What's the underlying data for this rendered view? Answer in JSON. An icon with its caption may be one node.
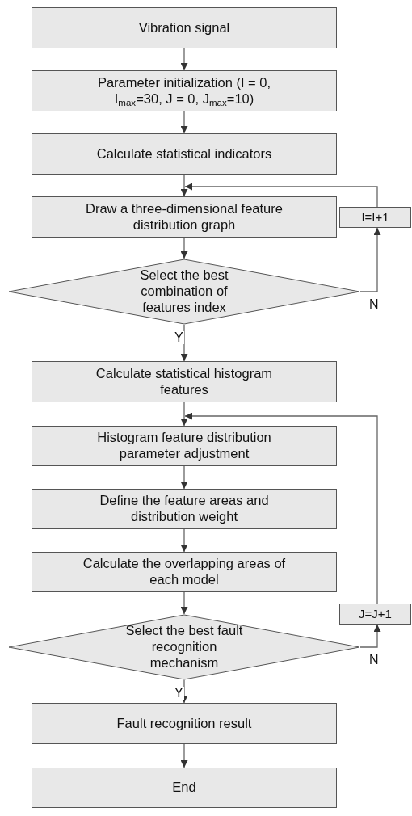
{
  "diagram": {
    "nodes": [
      {
        "text": [
          "Vibration signal"
        ]
      },
      {
        "text": [
          "Parameter initialization (I = 0, I$_{max}$=30, J = 0, J$_{max}$=10)"
        ]
      },
      {
        "text": [
          "Calculate statistical indicators"
        ]
      },
      {
        "text": [
          "Draw a three-dimensional feature distribution graph"
        ]
      },
      {
        "text": [
          "Select the best combination of features index"
        ]
      },
      {
        "text": [
          "I=I+1"
        ]
      },
      {
        "text": [
          "Calculate statistical histogram features"
        ]
      },
      {
        "text": [
          "Histogram feature distribution parameter adjustment"
        ]
      },
      {
        "text": [
          "Define the feature areas and distribution weight"
        ]
      },
      {
        "text": [
          "Calculate the overlapping areas of each model"
        ]
      },
      {
        "text": [
          "Select the best fault recognition mechanism"
        ]
      },
      {
        "text": [
          "J=J+1"
        ]
      },
      {
        "text": [
          "Fault recognition result"
        ]
      },
      {
        "text": [
          "End"
        ]
      }
    ],
    "edges": [
      {
        "from": 0,
        "to": 1,
        "arrow": "to"
      },
      {
        "from": 1,
        "to": 2,
        "arrow": "to"
      },
      {
        "from": 2,
        "to": 3,
        "arrow": "to"
      },
      {
        "from": 3,
        "to": 4,
        "arrow": "to"
      },
      {
        "from": 4,
        "to": 5,
        "arrow": "to",
        "label": "N"
      },
      {
        "from": 5,
        "to": 3,
        "arrow": "to"
      },
      {
        "from": 4,
        "to": 6,
        "arrow": "to",
        "label": "Y"
      },
      {
        "from": 6,
        "to": 7,
        "arrow": "to"
      },
      {
        "from": 7,
        "to": 8,
        "arrow": "to"
      },
      {
        "from": 8,
        "to": 9,
        "arrow": "to"
      },
      {
        "from": 9,
        "to": 10,
        "arrow": "to"
      },
      {
        "from": 10,
        "to": 11,
        "arrow": "to",
        "label": "N"
      },
      {
        "from": 11,
        "to": 7,
        "arrow": "to"
      },
      {
        "from": 10,
        "to": 12,
        "arrow": "to",
        "label": "Y"
      },
      {
        "from": 12,
        "to": 13,
        "arrow": "to"
      }
    ]
  }
}
